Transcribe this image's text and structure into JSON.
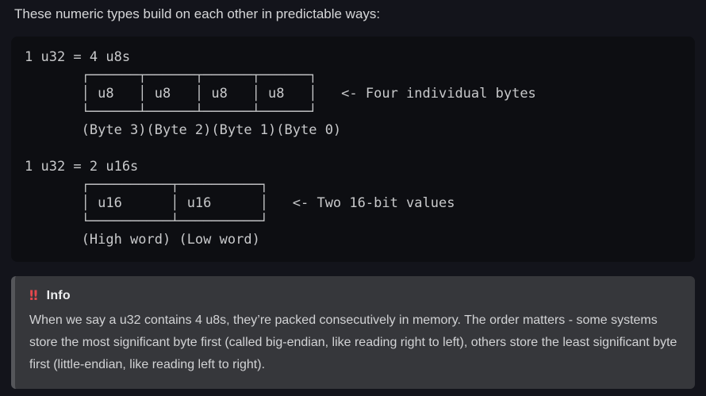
{
  "heading": "These numeric types build on each other in predictable ways:",
  "code_block": {
    "lines": [
      "1 u32 = 4 u8s",
      "       ┌──────┬──────┬──────┬──────┐",
      "       │ u8   │ u8   │ u8   │ u8   │   <- Four individual bytes",
      "       └──────┴──────┴──────┴──────┘",
      "       (Byte 3)(Byte 2)(Byte 1)(Byte 0)",
      "",
      "1 u32 = 2 u16s",
      "       ┌──────────┬──────────┐",
      "       │ u16      │ u16      │   <- Two 16-bit values",
      "       └──────────┴──────────┘",
      "       (High word) (Low word)"
    ]
  },
  "callout": {
    "icon": "‼",
    "title": "Info",
    "body": "When we say a u32 contains 4 u8s, they’re packed consecutively in memory. The order matters - some systems store the most significant byte first (called big-endian, like reading right to left), others store the least significant byte first (little-endian, like reading left to right)."
  },
  "colors": {
    "page_bg": "#13141b",
    "code_bg": "#0d0e12",
    "code_text": "#c8c9cb",
    "heading_text": "#d6d7d9",
    "callout_bg": "#36373b",
    "callout_border": "#55565a",
    "callout_text": "#d2d3d5",
    "accent_red": "#e5484d"
  }
}
